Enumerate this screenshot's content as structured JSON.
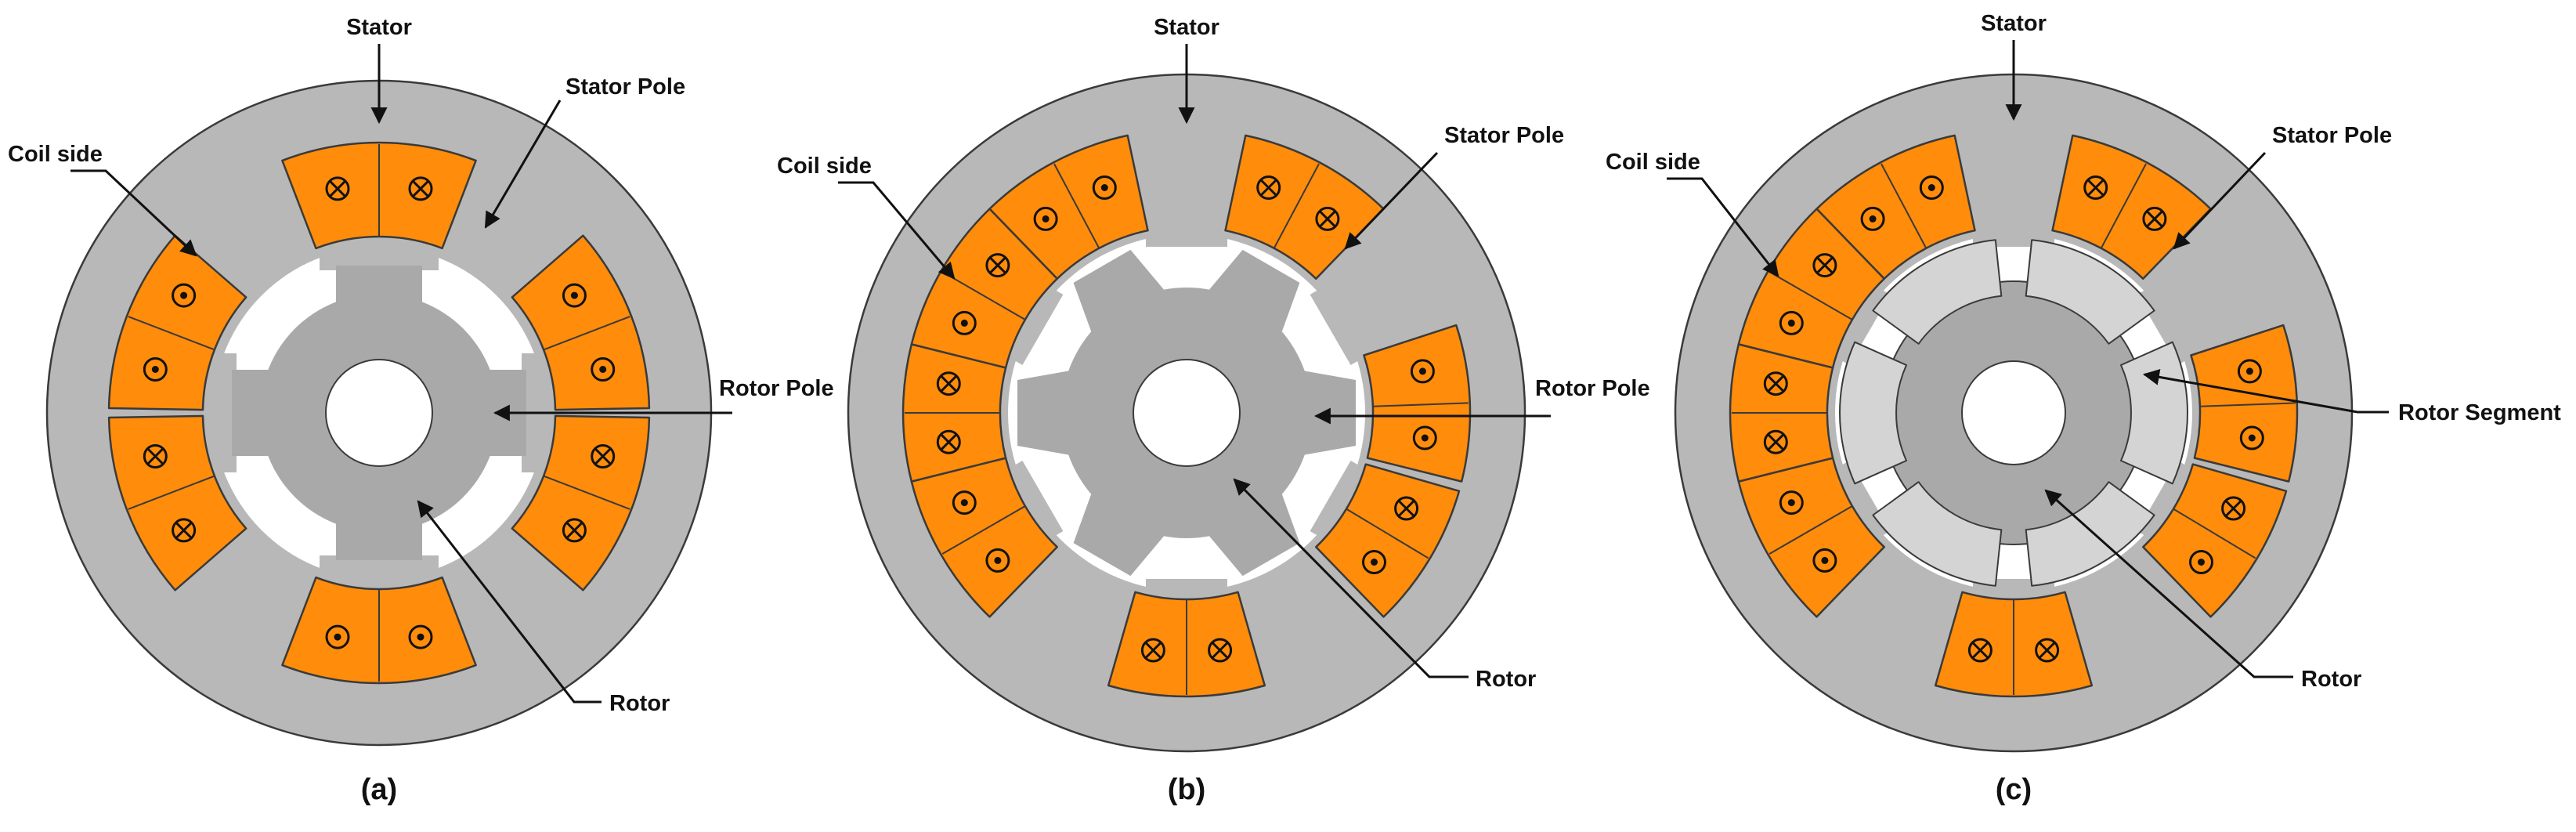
{
  "colors": {
    "stator": "#b8b8b8",
    "rotor": "#a9a9a9",
    "coil": "#ff8c0a",
    "segment": "#d4d4d4",
    "gap": "#ffffff",
    "outline": "#3a3a3a"
  },
  "panels": [
    {
      "id": "a",
      "caption": "(a)",
      "labels": {
        "stator": "Stator",
        "stator_pole": "Stator Pole",
        "coil_side": "Coil side",
        "rotor_pole": "Rotor Pole",
        "rotor": "Rotor"
      }
    },
    {
      "id": "b",
      "caption": "(b)",
      "labels": {
        "stator": "Stator",
        "stator_pole": "Stator Pole",
        "coil_side": "Coil side",
        "rotor_pole": "Rotor Pole",
        "rotor": "Rotor"
      }
    },
    {
      "id": "c",
      "caption": "(c)",
      "labels": {
        "stator": "Stator",
        "stator_pole": "Stator Pole",
        "coil_side": "Coil side",
        "rotor_segment": "Rotor Segment",
        "rotor": "Rotor"
      }
    }
  ],
  "icons": [
    "current-out-dot-icon",
    "current-in-cross-icon"
  ]
}
